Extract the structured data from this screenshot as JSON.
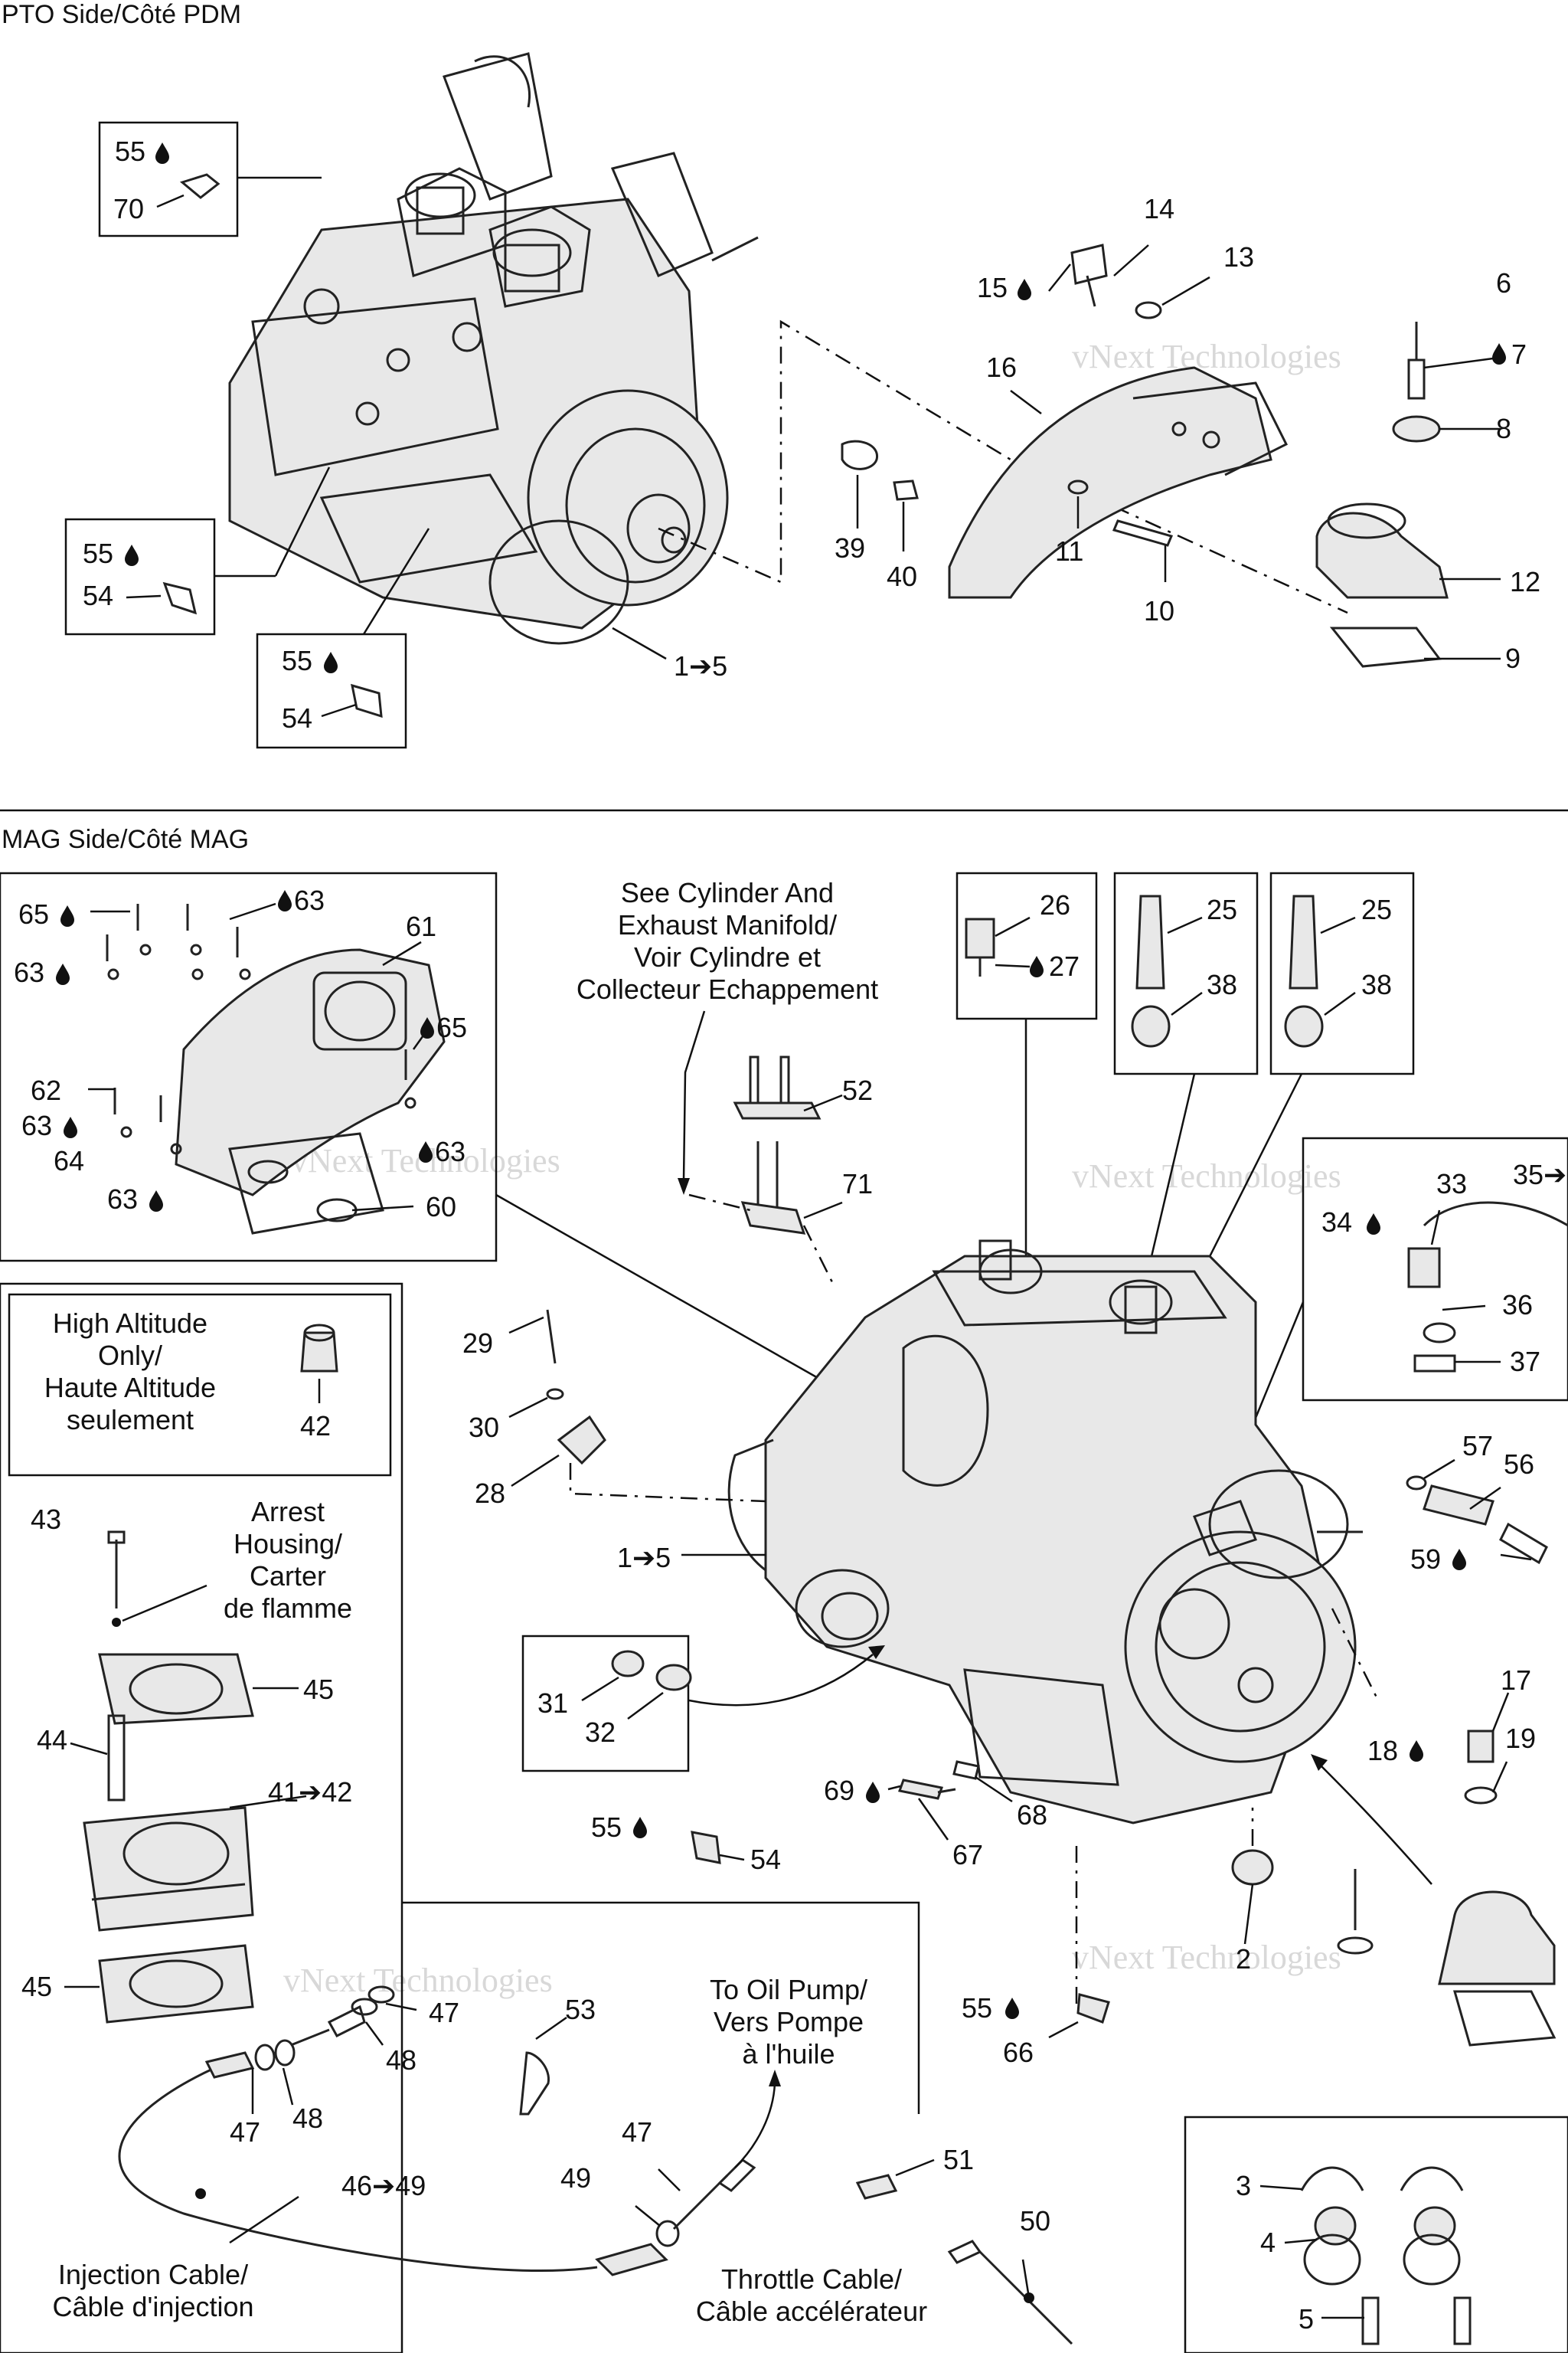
{
  "sections": {
    "pto_header": "PTO Side/Côté PDM",
    "mag_header": "MAG Side/Côté MAG"
  },
  "watermark": "vNext Technologies",
  "callouts": {
    "see_cylinder": [
      "See Cylinder And",
      "Exhaust Manifold/",
      "Voir Cylindre et",
      "Collecteur Echappement"
    ],
    "high_altitude": [
      "High Altitude",
      "Only/",
      "Haute Altitude",
      "seulement"
    ],
    "arrest_housing": [
      "Arrest",
      "Housing/",
      "Carter",
      "de flamme"
    ],
    "oil_pump": [
      "To Oil Pump/",
      "Vers Pompe",
      "à l'huile"
    ],
    "injection_cable": [
      "Injection Cable/",
      "Câble d'injection"
    ],
    "throttle_cable": [
      "Throttle Cable/",
      "Câble accélérateur"
    ]
  },
  "labels": {
    "p55a": "55",
    "p70": "70",
    "p55b": "55",
    "p54a": "54",
    "p55c": "55",
    "p54b": "54",
    "p1to5a": "1➔5",
    "p14": "14",
    "p13": "13",
    "p15": "15",
    "p16": "16",
    "p6": "6",
    "p7": "7",
    "p8": "8",
    "p39": "39",
    "p40": "40",
    "p11": "11",
    "p10": "10",
    "p12": "12",
    "p9": "9",
    "p65a": "65",
    "p63a": "63",
    "p61": "61",
    "p63b": "63",
    "p65b": "65",
    "p62": "62",
    "p63c": "63",
    "p64": "64",
    "p63d": "63",
    "p63e": "63",
    "p60": "60",
    "p26": "26",
    "p27": "27",
    "p25a": "25",
    "p38a": "38",
    "p25b": "25",
    "p38b": "38",
    "p52": "52",
    "p71": "71",
    "p33": "33",
    "p35": "35➔",
    "p34": "34",
    "p36": "36",
    "p37": "37",
    "p29": "29",
    "p30": "30",
    "p28": "28",
    "p42": "42",
    "p43": "43",
    "p45a": "45",
    "p44": "44",
    "p41to42": "41➔42",
    "p45b": "45",
    "p1to5b": "1➔5",
    "p57": "57",
    "p56": "56",
    "p59": "59",
    "p31": "31",
    "p32": "32",
    "p17": "17",
    "p18": "18",
    "p19": "19",
    "p69": "69",
    "p68": "68",
    "p67": "67",
    "p55d": "55",
    "p54c": "54",
    "p2": "2",
    "p55e": "55",
    "p66": "66",
    "p53": "53",
    "p47a": "47",
    "p48a": "48",
    "p47b": "47",
    "p48b": "48",
    "p46to49": "46➔49",
    "p47c": "47",
    "p49": "49",
    "p51": "51",
    "p50": "50",
    "p3": "3",
    "p4": "4",
    "p5": "5"
  }
}
